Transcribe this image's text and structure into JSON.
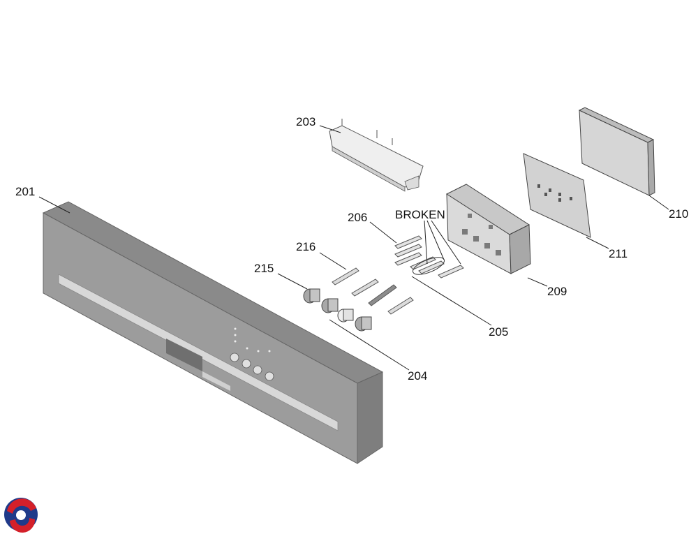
{
  "diagram": {
    "callouts": {
      "p201": "201",
      "p203": "203",
      "p204": "204",
      "p205": "205",
      "p206": "206",
      "p209": "209",
      "p210": "210",
      "p211": "211",
      "p215": "215",
      "p216": "216"
    },
    "annotation": "BROKEN"
  },
  "colors": {
    "panel": "#9c9c9c",
    "panel_top": "#8a8a8a",
    "panel_side": "#7e7e7e",
    "part_light": "#e6e6e6",
    "part_mid": "#bdbdbd",
    "line": "#222222",
    "logo_red": "#d4202a",
    "logo_blue": "#1f3a8a"
  },
  "logo": {
    "icon": "swirl-logo-icon"
  }
}
